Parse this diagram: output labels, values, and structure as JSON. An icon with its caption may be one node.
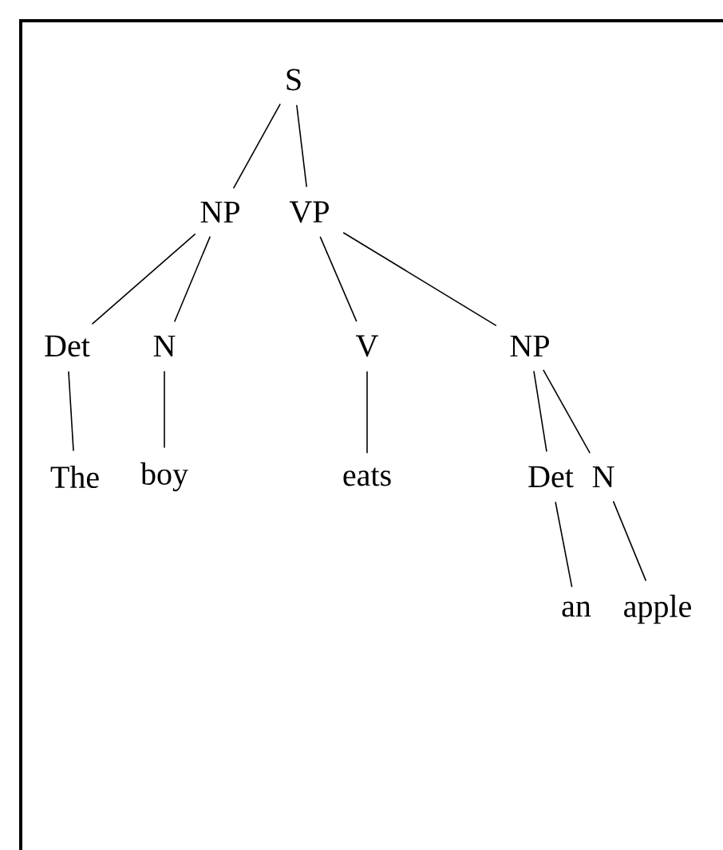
{
  "diagram": {
    "nodes": [
      {
        "text": [
          "S"
        ]
      },
      {
        "text": [
          "NP"
        ]
      },
      {
        "text": [
          "VP"
        ]
      },
      {
        "text": [
          "Det"
        ]
      },
      {
        "text": [
          "N"
        ]
      },
      {
        "text": [
          "V"
        ]
      },
      {
        "text": [
          "NP"
        ]
      },
      {
        "text": [
          "The"
        ]
      },
      {
        "text": [
          "boy"
        ]
      },
      {
        "text": [
          "eats"
        ]
      },
      {
        "text": [
          "Det"
        ]
      },
      {
        "text": [
          "N"
        ]
      },
      {
        "text": [
          "an"
        ]
      },
      {
        "text": [
          "apple"
        ]
      }
    ],
    "edges": [
      {
        "from": 0,
        "to": 1,
        "arrow": "none"
      },
      {
        "from": 0,
        "to": 2,
        "arrow": "none"
      },
      {
        "from": 1,
        "to": 3,
        "arrow": "none"
      },
      {
        "from": 1,
        "to": 4,
        "arrow": "none"
      },
      {
        "from": 2,
        "to": 5,
        "arrow": "none"
      },
      {
        "from": 2,
        "to": 6,
        "arrow": "none"
      },
      {
        "from": 3,
        "to": 7,
        "arrow": "none"
      },
      {
        "from": 4,
        "to": 8,
        "arrow": "none"
      },
      {
        "from": 5,
        "to": 9,
        "arrow": "none"
      },
      {
        "from": 6,
        "to": 10,
        "arrow": "none"
      },
      {
        "from": 6,
        "to": 11,
        "arrow": "none"
      },
      {
        "from": 10,
        "to": 12,
        "arrow": "none"
      },
      {
        "from": 11,
        "to": 13,
        "arrow": "none"
      }
    ]
  }
}
